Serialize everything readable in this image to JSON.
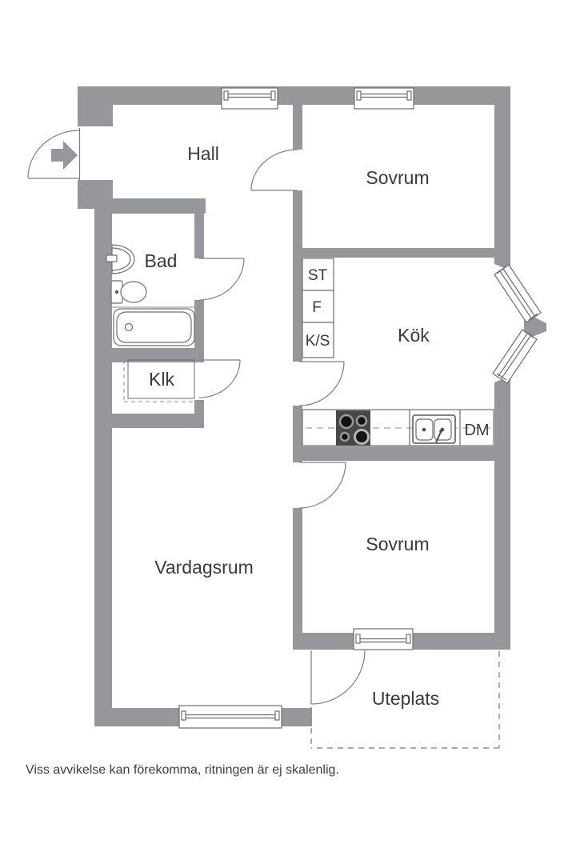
{
  "plan": {
    "rooms": {
      "hall": "Hall",
      "bedroom1": "Sovrum",
      "bathroom": "Bad",
      "closet": "Klk",
      "kitchen": "Kök",
      "bedroom2": "Sovrum",
      "living_room": "Vardagsrum",
      "patio": "Uteplats"
    },
    "appliances": {
      "st": "ST",
      "f": "F",
      "ks": "K/S",
      "dm": "DM"
    },
    "footer": "Viss avvikelse kan förekomma, ritningen är ej skalenlig.",
    "colors": {
      "wall": "#95979a",
      "line": "#6e6e6e",
      "text": "#3a3a3a",
      "background": "#ffffff"
    }
  }
}
